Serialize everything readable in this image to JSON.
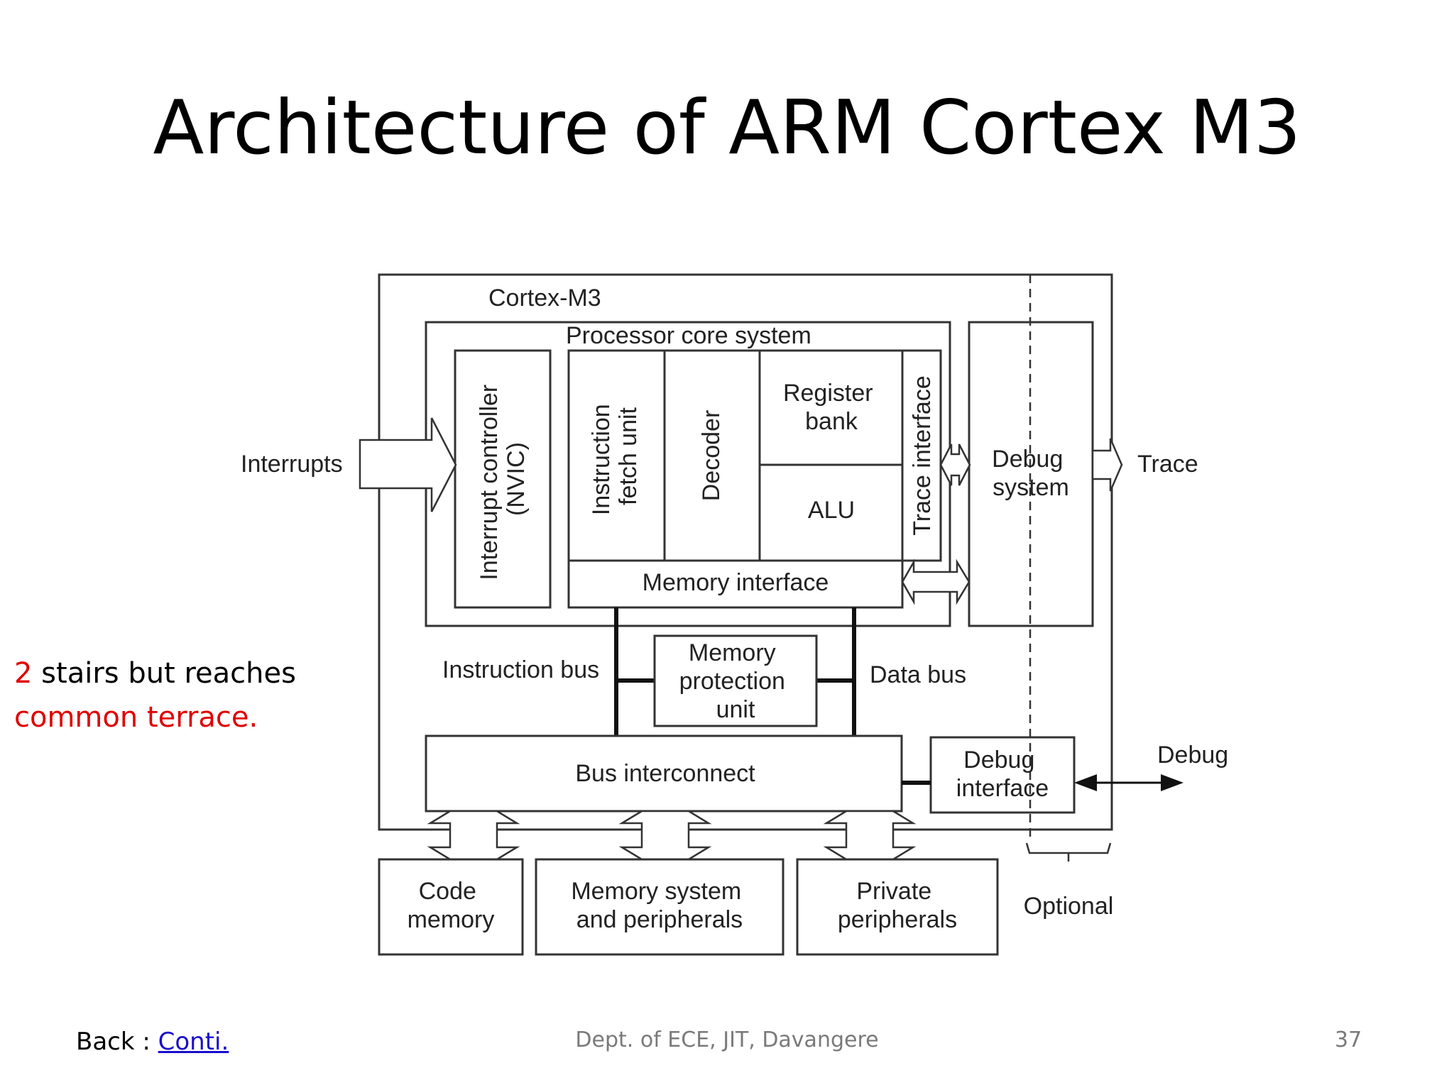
{
  "slide": {
    "title": "Architecture of ARM Cortex M3"
  },
  "diagram": {
    "cortex_label": "Cortex-M3",
    "processor_core_label": "Processor core system",
    "nvic_line1": "Interrupt controller",
    "nvic_line2": "(NVIC)",
    "fetch_line1": "Instruction",
    "fetch_line2": "fetch unit",
    "decoder": "Decoder",
    "register_line1": "Register",
    "register_line2": "bank",
    "alu": "ALU",
    "trace_interface": "Trace interface",
    "memory_interface": "Memory interface",
    "debug_system_line1": "Debug",
    "debug_system_line2": "system",
    "interrupts": "Interrupts",
    "trace": "Trace",
    "instruction_bus": "Instruction bus",
    "data_bus": "Data bus",
    "mpu_line1": "Memory",
    "mpu_line2": "protection",
    "mpu_line3": "unit",
    "bus_interconnect": "Bus interconnect",
    "debug_interface_line1": "Debug",
    "debug_interface_line2": "interface",
    "debug": "Debug",
    "code_memory_line1": "Code",
    "code_memory_line2": "memory",
    "memsys_line1": "Memory system",
    "memsys_line2": "and peripherals",
    "private_line1": "Private",
    "private_line2": "peripherals",
    "optional": "Optional"
  },
  "note": {
    "number": "2",
    "text1": " stairs but reaches",
    "text2": "common terrace."
  },
  "footer": {
    "back_label": "Back : ",
    "back_link": "Conti.",
    "center": "Dept. of ECE, JIT, Davangere",
    "page_number": "37"
  },
  "colors": {
    "accent_red": "#e00000",
    "link_blue": "#1a0dcc",
    "footer_gray": "#7a7a7a"
  }
}
